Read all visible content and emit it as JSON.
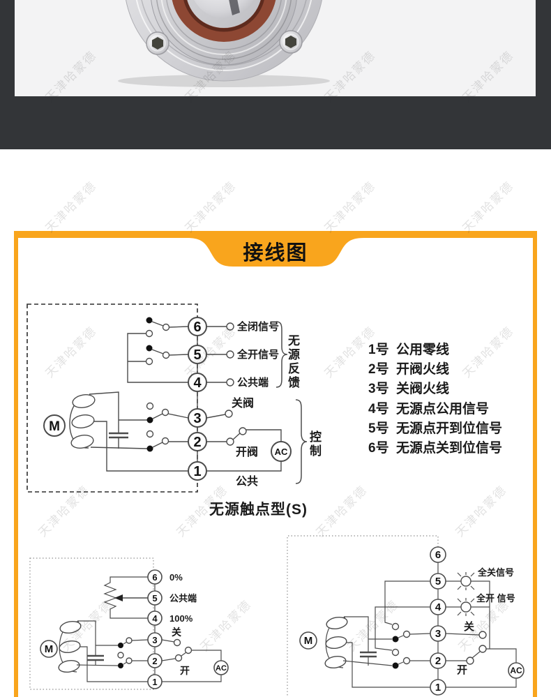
{
  "colors": {
    "accent_orange": "#F9A51D",
    "band_dark": "#333538",
    "photo_bg": "#f3f3f4"
  },
  "watermark": {
    "text": "天津哈蒙德"
  },
  "banner": {
    "title": "接线图"
  },
  "main_diagram": {
    "caption": "无源触点型(S)",
    "motor": "M",
    "ac": "AC",
    "terminals": [
      "6",
      "5",
      "4",
      "3",
      "2",
      "1"
    ],
    "t6_label": "全闭信号",
    "t5_label": "全开信号",
    "t4_label": "公共端",
    "t3_label": "关阀",
    "t2_label": "开阀",
    "t1_label": "公共",
    "feedback_group": "无源反馈",
    "control_group": "控制"
  },
  "terminal_list": {
    "items": [
      {
        "num": "1号",
        "label": "公用零线"
      },
      {
        "num": "2号",
        "label": "开阀火线"
      },
      {
        "num": "3号",
        "label": "关阀火线"
      },
      {
        "num": "4号",
        "label": "无源点公用信号"
      },
      {
        "num": "5号",
        "label": "无源点开到位信号"
      },
      {
        "num": "6号",
        "label": "无源点关到位信号"
      }
    ]
  },
  "pot_diagram": {
    "motor": "M",
    "ac": "AC",
    "terminals": [
      "6",
      "5",
      "4",
      "3",
      "2",
      "1"
    ],
    "t6_label": "0%",
    "t5_label": "公共端",
    "t4_label": "100%",
    "t3_label": "关",
    "t2_label": "开"
  },
  "lamp_diagram": {
    "motor": "M",
    "ac": "AC",
    "terminals": [
      "6",
      "5",
      "4",
      "3",
      "2",
      "1"
    ],
    "t5_label": "全关信号",
    "t4_label": "全开 信号",
    "t3_label": "关",
    "t2_label": "开"
  }
}
